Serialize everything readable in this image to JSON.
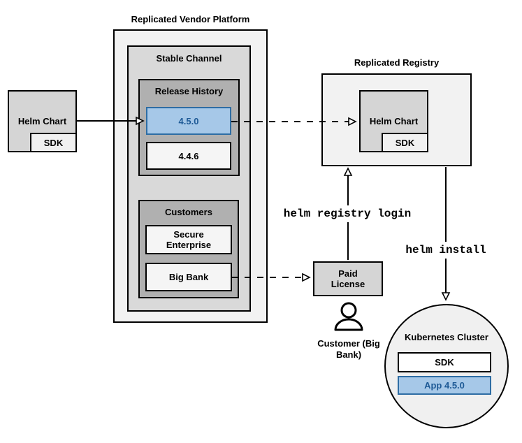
{
  "colors": {
    "highlight_fill": "#A6C8E8",
    "highlight_border": "#2E6DA4",
    "highlight_text": "#1E5A96",
    "box_border": "#000000",
    "light_gray": "#F2F2F2",
    "mid_gray": "#D9D9D9",
    "dark_gray": "#B0B0B0"
  },
  "vendor_platform": {
    "title": "Replicated Vendor Platform",
    "stable_channel": {
      "label": "Stable Channel",
      "release_history": {
        "label": "Release History",
        "releases": [
          {
            "version": "4.5.0",
            "highlighted": true
          },
          {
            "version": "4.4.6",
            "highlighted": false
          }
        ]
      },
      "customers": {
        "label": "Customers",
        "items": [
          {
            "name": "Secure Enterprise"
          },
          {
            "name": "Big Bank"
          }
        ]
      }
    }
  },
  "source_artifact": {
    "label": "Helm Chart",
    "sdk": "SDK"
  },
  "registry": {
    "title": "Replicated Registry",
    "helm_chart": "Helm Chart",
    "sdk": "SDK"
  },
  "license": {
    "label": "Paid License"
  },
  "customer": {
    "label": "Customer (Big Bank)"
  },
  "commands": {
    "login": "helm registry login",
    "install": "helm install"
  },
  "cluster": {
    "title": "Kubernetes Cluster",
    "sdk": "SDK",
    "app": "App 4.5.0"
  }
}
